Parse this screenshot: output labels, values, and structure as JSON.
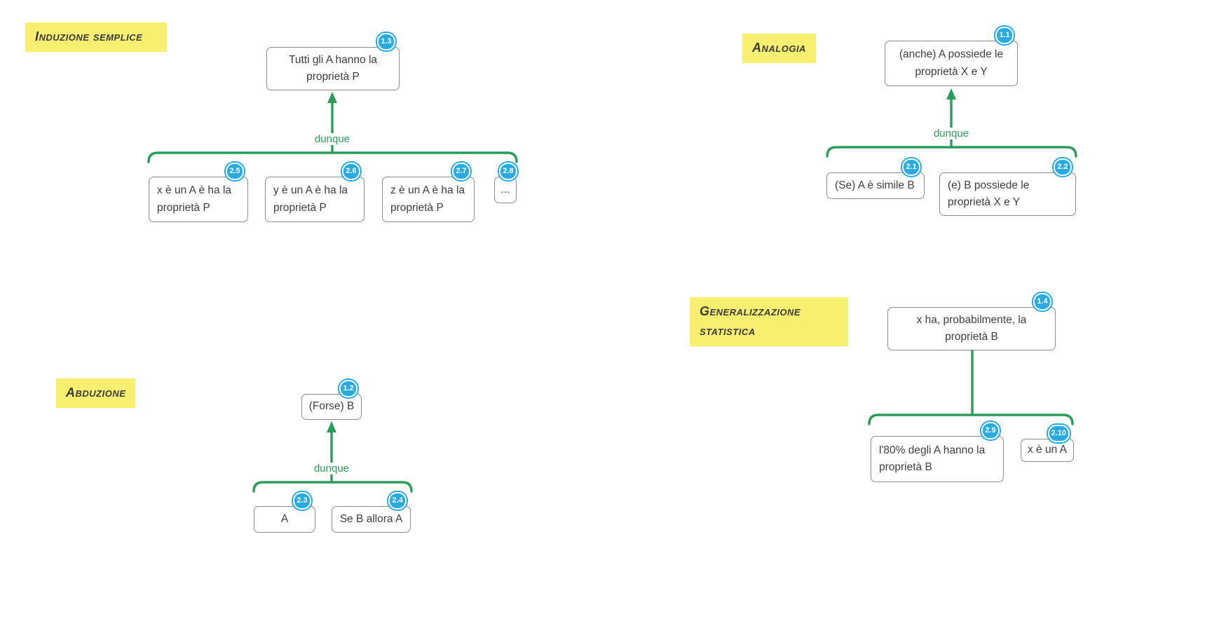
{
  "diagram": {
    "colors": {
      "highlight_yellow": "#f7ef6f",
      "accent_green": "#2a9d5c",
      "badge_blue": "#29abe2"
    },
    "groups": [
      {
        "label": "Induzione semplice",
        "connector_label": "dunque",
        "conclusion": {
          "badge": "1.3",
          "text": "Tutti gli A hanno la proprietà P"
        },
        "premises": [
          {
            "badge": "2.5",
            "text": "x è un A è ha la proprietà P"
          },
          {
            "badge": "2.6",
            "text": "y è un A è ha la proprietà P"
          },
          {
            "badge": "2.7",
            "text": "z è un A è ha la proprietà P"
          },
          {
            "badge": "2.8",
            "text": "..."
          }
        ]
      },
      {
        "label": "Analogia",
        "connector_label": "dunque",
        "conclusion": {
          "badge": "1.1",
          "text": "(anche) A possiede le proprietà X e Y"
        },
        "premises": [
          {
            "badge": "2.1",
            "text": "(Se) A è simile B"
          },
          {
            "badge": "2.2",
            "text": "(e) B possiede le proprietà X e Y"
          }
        ]
      },
      {
        "label": "Abduzione",
        "connector_label": "dunque",
        "conclusion": {
          "badge": "1.2",
          "text": "(Forse) B"
        },
        "premises": [
          {
            "badge": "2.3",
            "text": "A"
          },
          {
            "badge": "2.4",
            "text": "Se B allora A"
          }
        ]
      },
      {
        "label": "Generalizzazione statistica",
        "connector_label": "",
        "conclusion": {
          "badge": "1.4",
          "text": "x ha, probabilmente, la proprietà B"
        },
        "premises": [
          {
            "badge": "2.9",
            "text": "l'80% degli A hanno la proprietà B"
          },
          {
            "badge": "2.10",
            "text": "x è un A"
          }
        ]
      }
    ]
  }
}
